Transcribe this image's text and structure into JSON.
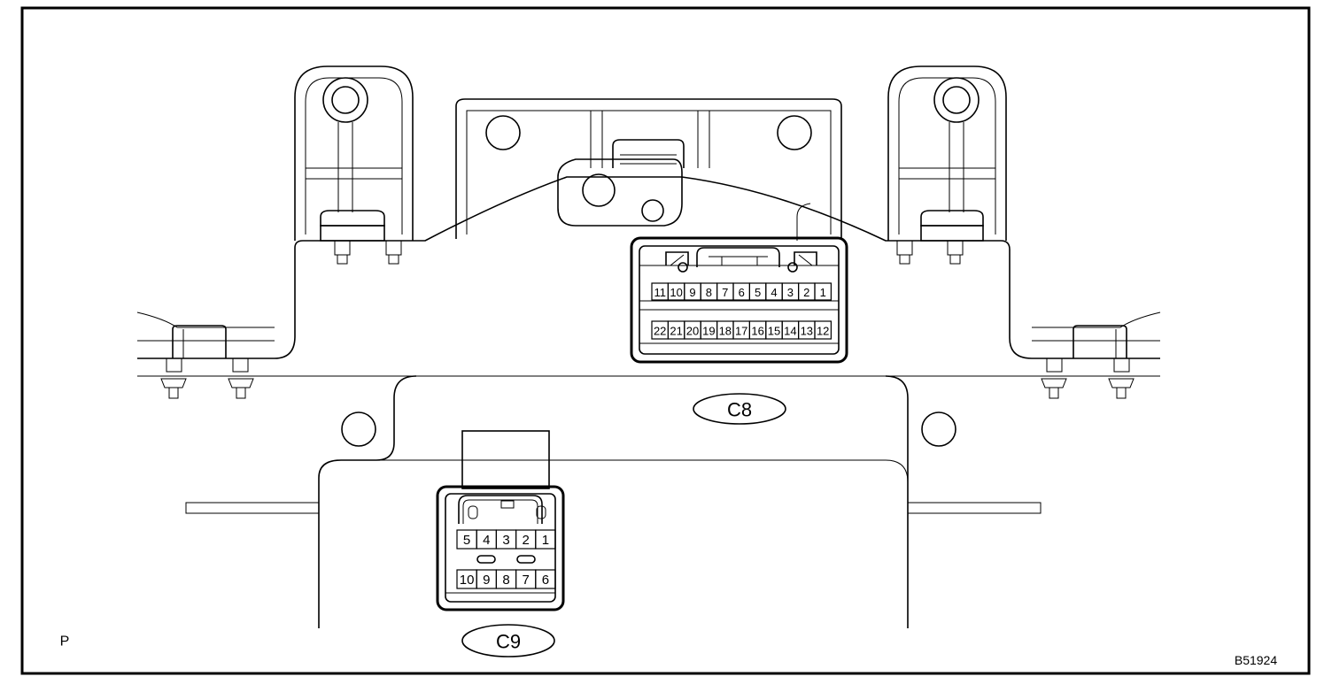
{
  "connectors": [
    {
      "id": "c8",
      "label": "C8",
      "top_row_pins": [
        "11",
        "10",
        "9",
        "8",
        "7",
        "6",
        "5",
        "4",
        "3",
        "2",
        "1"
      ],
      "bottom_row_pins": [
        "22",
        "21",
        "20",
        "19",
        "18",
        "17",
        "16",
        "15",
        "14",
        "13",
        "12"
      ]
    },
    {
      "id": "c9",
      "label": "C9",
      "top_row_pins": [
        "5",
        "4",
        "3",
        "2",
        "1"
      ],
      "bottom_row_pins": [
        "10",
        "9",
        "8",
        "7",
        "6"
      ]
    }
  ],
  "corner_mark": "P",
  "figure_code": "B51924"
}
